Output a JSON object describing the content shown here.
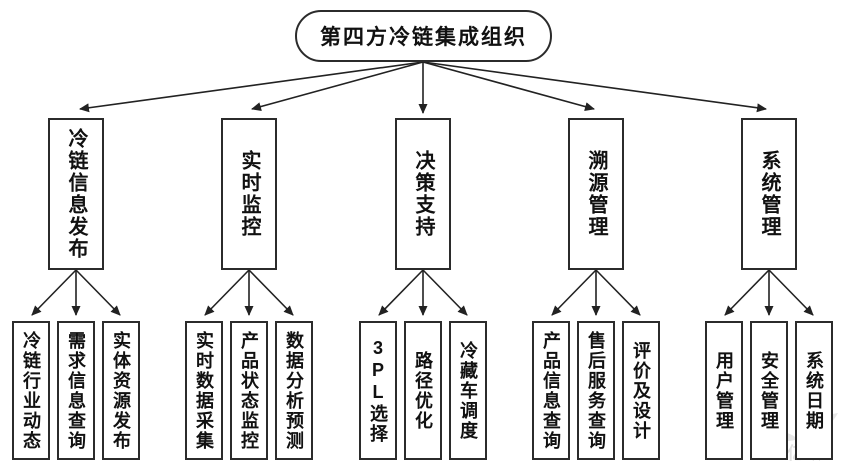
{
  "diagram": {
    "root": {
      "label": "第四方冷链集成组织"
    },
    "branches": [
      {
        "label": "冷链信息发布",
        "children": [
          "冷链行业动态",
          "需求信息查询",
          "实体资源发布"
        ]
      },
      {
        "label": "实时监控",
        "children": [
          "实时数据采集",
          "产品状态监控",
          "数据分析预测"
        ]
      },
      {
        "label": "决策支持",
        "children": [
          "3PL选择",
          "路径优化",
          "冷藏车调度"
        ]
      },
      {
        "label": "溯源管理",
        "children": [
          "产品信息查询",
          "售后服务查询",
          "评价及设计"
        ]
      },
      {
        "label": "系统管理",
        "children": [
          "用户管理",
          "安全管理",
          "系统日期"
        ]
      }
    ],
    "watermark": {
      "text": "亿欧"
    },
    "colors": {
      "line": "#222222",
      "box_border": "#2b2b2b",
      "background": "#ffffff",
      "text": "#111111",
      "watermark": "#c9c9c9"
    }
  }
}
